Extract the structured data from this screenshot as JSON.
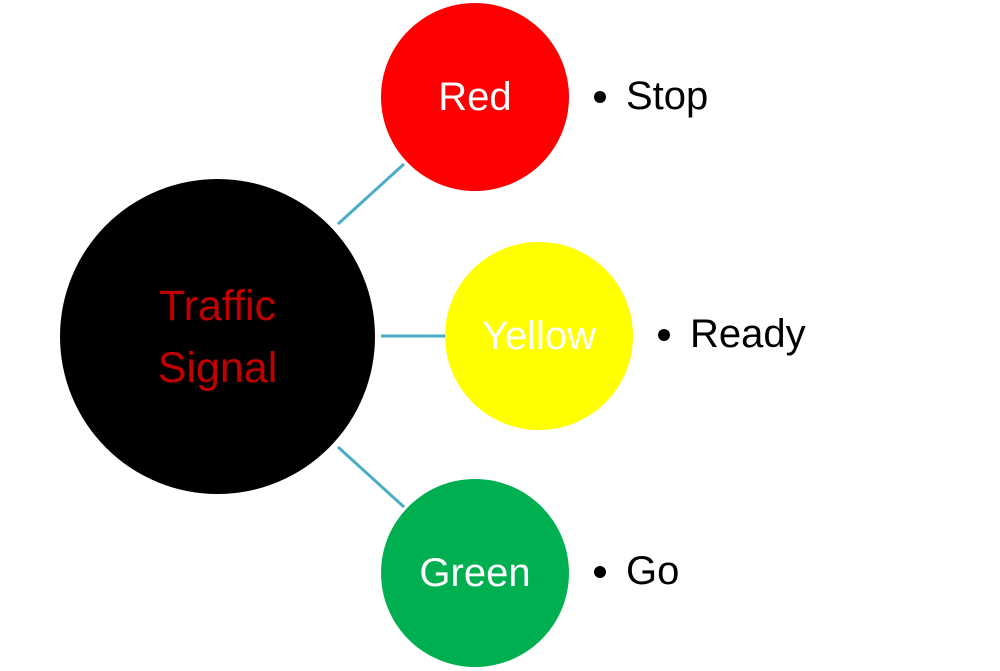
{
  "diagram": {
    "hub": {
      "lines": [
        "Traffic",
        "Signal"
      ],
      "fill": "#000000",
      "text_color": "#c00000"
    },
    "connector_color": "#4bacc6",
    "nodes": [
      {
        "label": "Red",
        "fill": "#ff0000",
        "text_color": "#ffffff",
        "meaning": "Stop"
      },
      {
        "label": "Yellow",
        "fill": "#ffff00",
        "text_color": "#ffffff",
        "meaning": "Ready"
      },
      {
        "label": "Green",
        "fill": "#00b050",
        "text_color": "#ffffff",
        "meaning": "Go"
      }
    ]
  }
}
